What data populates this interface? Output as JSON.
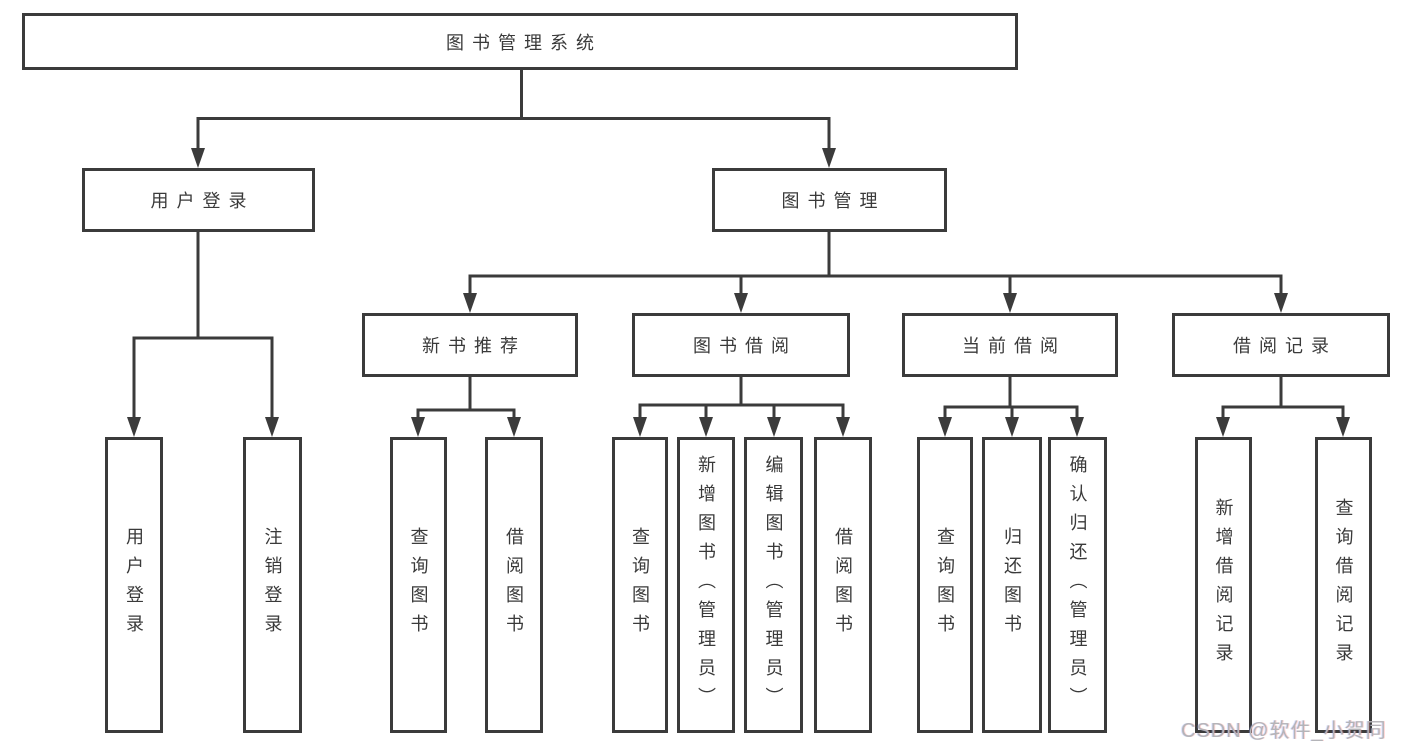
{
  "diagram": {
    "type": "hierarchy-tree",
    "root": {
      "label": "图书管理系统",
      "children": [
        {
          "label": "用户登录",
          "children": [
            {
              "label": "用户登录"
            },
            {
              "label": "注销登录"
            }
          ]
        },
        {
          "label": "图书管理",
          "children": [
            {
              "label": "新书推荐",
              "children": [
                {
                  "label": "查询图书"
                },
                {
                  "label": "借阅图书"
                }
              ]
            },
            {
              "label": "图书借阅",
              "children": [
                {
                  "label": "查询图书"
                },
                {
                  "label": "新增图书（管理员）"
                },
                {
                  "label": "编辑图书（管理员）"
                },
                {
                  "label": "借阅图书"
                }
              ]
            },
            {
              "label": "当前借阅",
              "children": [
                {
                  "label": "查询图书"
                },
                {
                  "label": "归还图书"
                },
                {
                  "label": "确认归还（管理员）"
                }
              ]
            },
            {
              "label": "借阅记录",
              "children": [
                {
                  "label": "新增借阅记录"
                },
                {
                  "label": "查询借阅记录"
                }
              ]
            }
          ]
        }
      ]
    },
    "watermark": "CSDN @软件_小贺同学",
    "colors": {
      "line": "#3b3b3b",
      "box_border": "#3b3b3b",
      "text": "#3a3a3a",
      "watermark_text": "#b4b4b8",
      "background": "#ffffff"
    }
  }
}
